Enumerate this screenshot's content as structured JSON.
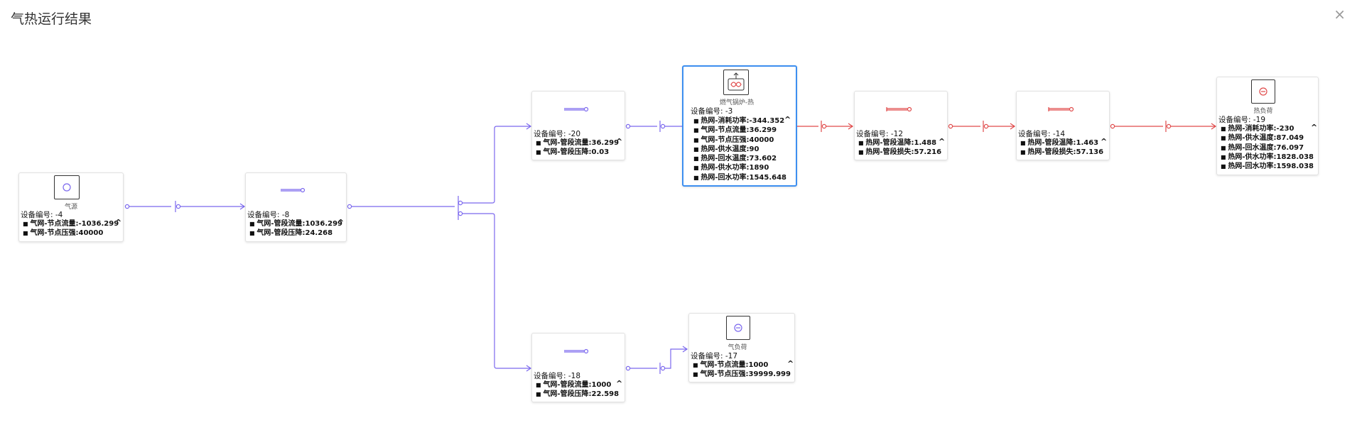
{
  "window": {
    "title": "气热运行结果",
    "close_glyph": "×"
  },
  "colors": {
    "gas": "#7b68ee",
    "heat": "#e04a4a",
    "selected": "#3d8ff0"
  },
  "device_id_label": "设备编号:",
  "nodes": {
    "gas_source": {
      "caption": "气源",
      "id": "-4",
      "icon": "circle-icon",
      "props": [
        "气网-节点流量:-1036.299",
        "气网-节点压强:40000"
      ]
    },
    "pipe_a": {
      "id": "-8",
      "icon": "pipe-icon",
      "props": [
        "气网-管段流量:1036.299",
        "气网-管段压降:24.268"
      ]
    },
    "pipe_b": {
      "id": "-20",
      "icon": "pipe-icon",
      "props": [
        "气网-管段流量:36.299",
        "气网-管段压降:0.03"
      ]
    },
    "boiler": {
      "caption": "燃气锅炉-热",
      "id": "-3",
      "icon": "boiler-icon",
      "props": [
        "热网-消耗功率:-344.352",
        "气网-节点流量:36.299",
        "气网-节点压强:40000",
        "热网-供水温度:90",
        "热网-回水温度:73.602",
        "热网-供水功率:1890",
        "热网-回水功率:1545.648"
      ]
    },
    "heat_pipe_a": {
      "id": "-12",
      "icon": "heat-pipe-icon",
      "props": [
        "热网-管段温降:1.488",
        "热网-管段损失:57.216"
      ]
    },
    "heat_pipe_b": {
      "id": "-14",
      "icon": "heat-pipe-icon",
      "props": [
        "热网-管段温降:1.463",
        "热网-管段损失:57.136"
      ]
    },
    "heat_load": {
      "caption": "热负荷",
      "id": "-19",
      "icon": "heat-load-icon",
      "props": [
        "热网-消耗功率:-230",
        "热网-供水温度:87.049",
        "热网-回水温度:76.097",
        "热网-供水功率:1828.038",
        "热网-回水功率:1598.038"
      ]
    },
    "pipe_c": {
      "id": "-18",
      "icon": "pipe-icon",
      "props": [
        "气网-管段流量:1000",
        "气网-管段压降:22.598"
      ]
    },
    "gas_load": {
      "caption": "气负荷",
      "id": "-17",
      "icon": "gas-load-icon",
      "props": [
        "气网-节点流量:1000",
        "气网-节点压强:39999.999"
      ]
    }
  }
}
